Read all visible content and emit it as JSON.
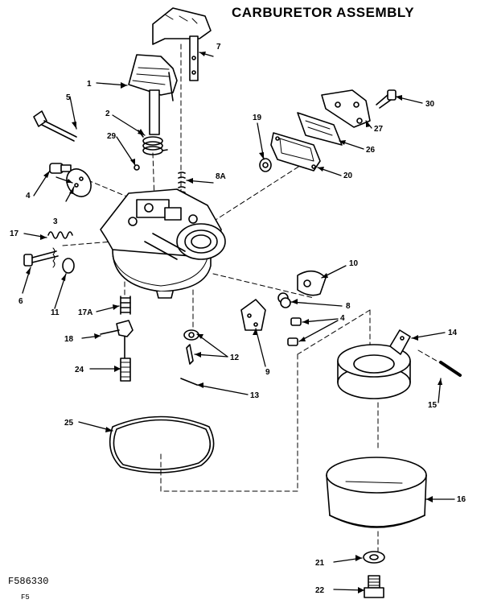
{
  "title": "CARBURETOR ASSEMBLY",
  "drawing_code": "F586330",
  "drawing_sub": "F5",
  "callouts": [
    "1",
    "2",
    "3",
    "4",
    "5",
    "6",
    "7",
    "8A",
    "10",
    "8",
    "4",
    "9",
    "11",
    "12",
    "13",
    "14",
    "15",
    "16",
    "17",
    "17A",
    "18",
    "19",
    "20",
    "21",
    "22",
    "24",
    "25",
    "26",
    "27",
    "29",
    "30"
  ]
}
